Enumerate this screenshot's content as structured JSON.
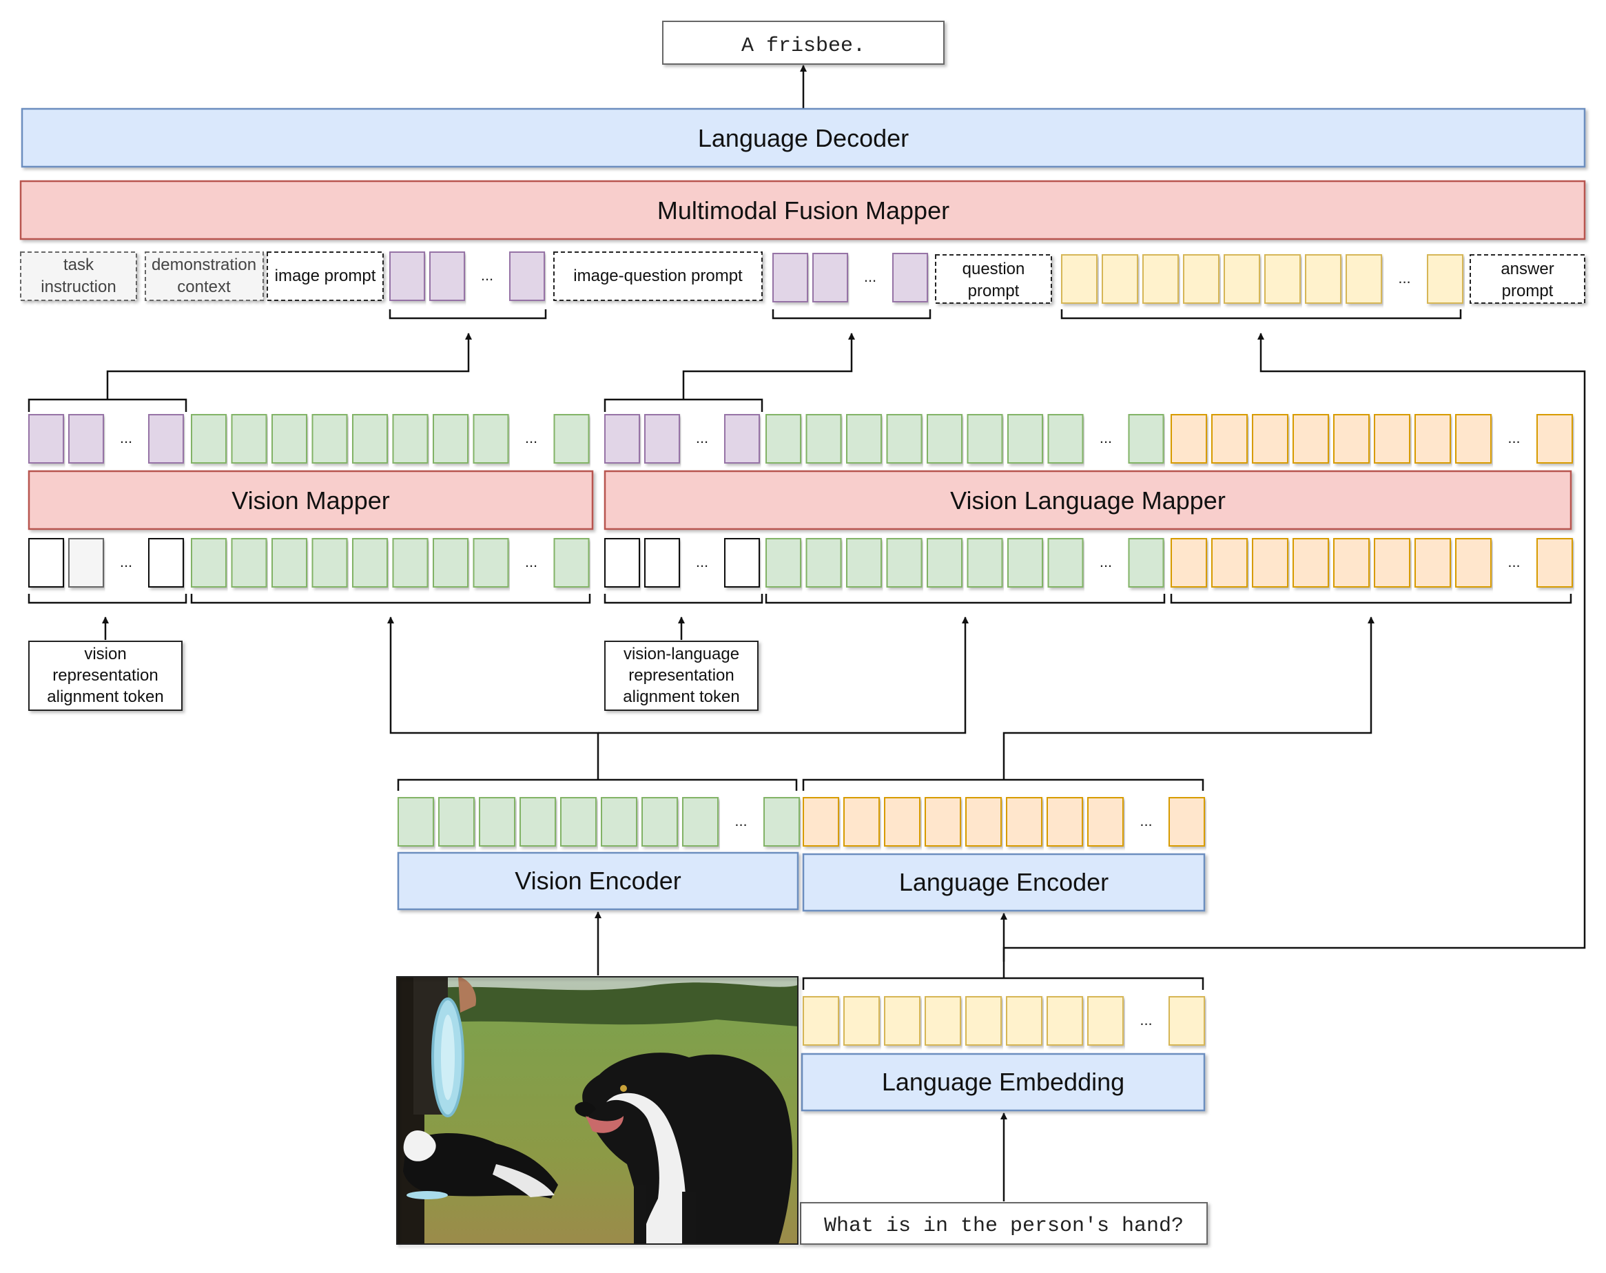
{
  "colors": {
    "blue_fill": "#dae8fc",
    "blue_stroke": "#6c8ebf",
    "red_fill": "#f8cecc",
    "red_stroke": "#b85450",
    "purple_fill": "#e1d5e7",
    "purple_stroke": "#9673a6",
    "green_fill": "#d5e8d4",
    "green_stroke": "#82b366",
    "orange_fill": "#ffe6cc",
    "orange_stroke": "#d79b00",
    "yellow_fill": "#fff2cc",
    "yellow_stroke": "#d6b656",
    "gray_fill": "#f5f5f5",
    "gray_stroke": "#666666"
  },
  "output_text": "A frisbee.",
  "language_decoder": "Language Decoder",
  "multimodal_fusion_mapper": "Multimodal Fusion Mapper",
  "prompts": {
    "task_instruction_1": "task",
    "task_instruction_2": "instruction",
    "demonstration_context_1": "demonstration",
    "demonstration_context_2": "context",
    "image_prompt": "image prompt",
    "image_question_prompt": "image-question prompt",
    "question_prompt_1": "question",
    "question_prompt_2": "prompt",
    "answer_prompt_1": "answer",
    "answer_prompt_2": "prompt"
  },
  "ellipsis": "...",
  "vision_mapper": "Vision Mapper",
  "vision_language_mapper": "Vision Language Mapper",
  "vision_alignment_token": [
    "vision",
    "representation",
    "alignment token"
  ],
  "vl_alignment_token": [
    "vision-language",
    "representation",
    "alignment token"
  ],
  "vision_encoder": "Vision Encoder",
  "language_encoder": "Language Encoder",
  "language_embedding": "Language Embedding",
  "question_text": "What is in the person's hand?",
  "image": {
    "description_icon": "dog-with-frisbee-photo"
  }
}
